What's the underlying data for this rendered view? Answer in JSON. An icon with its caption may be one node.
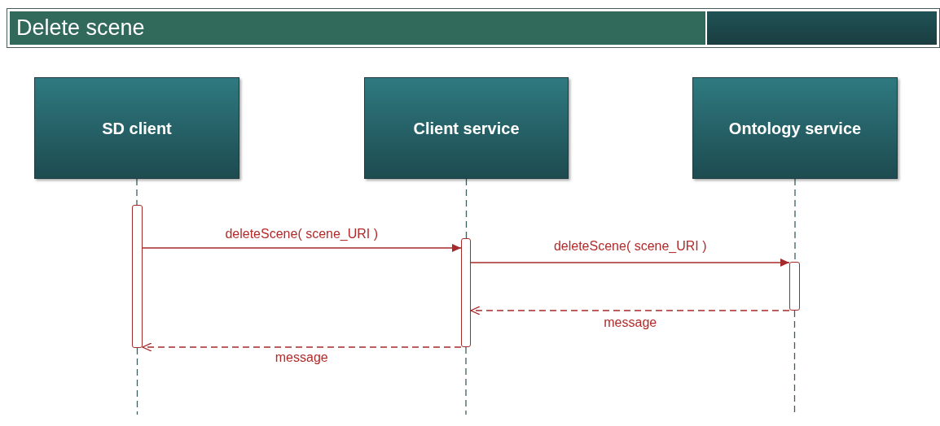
{
  "diagram": {
    "title": "Delete scene",
    "nodes": [
      {
        "text": [
          "SD client"
        ]
      },
      {
        "text": [
          "Client service"
        ]
      },
      {
        "text": [
          "Ontology service"
        ]
      },
      {
        "text": [],
        "shape": "bar"
      },
      {
        "text": [],
        "shape": "bar"
      },
      {
        "text": [],
        "shape": "bar"
      }
    ],
    "edges": [
      {
        "from": 0,
        "to": 3,
        "arrow": "none",
        "style": "dashed",
        "color": "#3d5c5e"
      },
      {
        "from": 1,
        "to": 4,
        "arrow": "none",
        "style": "dashed",
        "color": "#3d5c5e"
      },
      {
        "from": 2,
        "to": 5,
        "arrow": "none",
        "style": "dashed",
        "color": "#3d5c5e"
      },
      {
        "from": 3,
        "to": 4,
        "arrow": "to",
        "label": "deleteScene( scene_URI )"
      },
      {
        "from": 4,
        "to": 5,
        "arrow": "to",
        "label": "deleteScene( scene_URI )"
      },
      {
        "from": 5,
        "to": 4,
        "arrow": "to",
        "label": "message",
        "style": "dashed"
      },
      {
        "from": 4,
        "to": 3,
        "arrow": "to",
        "label": "message",
        "style": "dashed"
      }
    ]
  }
}
